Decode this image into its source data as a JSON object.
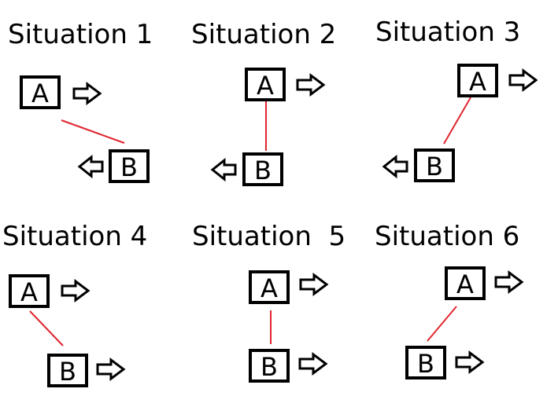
{
  "colors": {
    "background": "#ffffff",
    "outline": "#000000",
    "connector": "#e0262f"
  },
  "situations": [
    {
      "title": "Situation 1",
      "box_a": "A",
      "box_b": "B",
      "arrow_a": "right",
      "arrow_b": "left"
    },
    {
      "title": "Situation 2",
      "box_a": "A",
      "box_b": "B",
      "arrow_a": "right",
      "arrow_b": "left"
    },
    {
      "title": "Situation 3",
      "box_a": "A",
      "box_b": "B",
      "arrow_a": "right",
      "arrow_b": "left"
    },
    {
      "title": "Situation 4",
      "box_a": "A",
      "box_b": "B",
      "arrow_a": "right",
      "arrow_b": "right"
    },
    {
      "title": "Situation  5",
      "box_a": "A",
      "box_b": "B",
      "arrow_a": "right",
      "arrow_b": "right"
    },
    {
      "title": "Situation 6",
      "box_a": "A",
      "box_b": "B",
      "arrow_a": "right",
      "arrow_b": "right"
    }
  ]
}
